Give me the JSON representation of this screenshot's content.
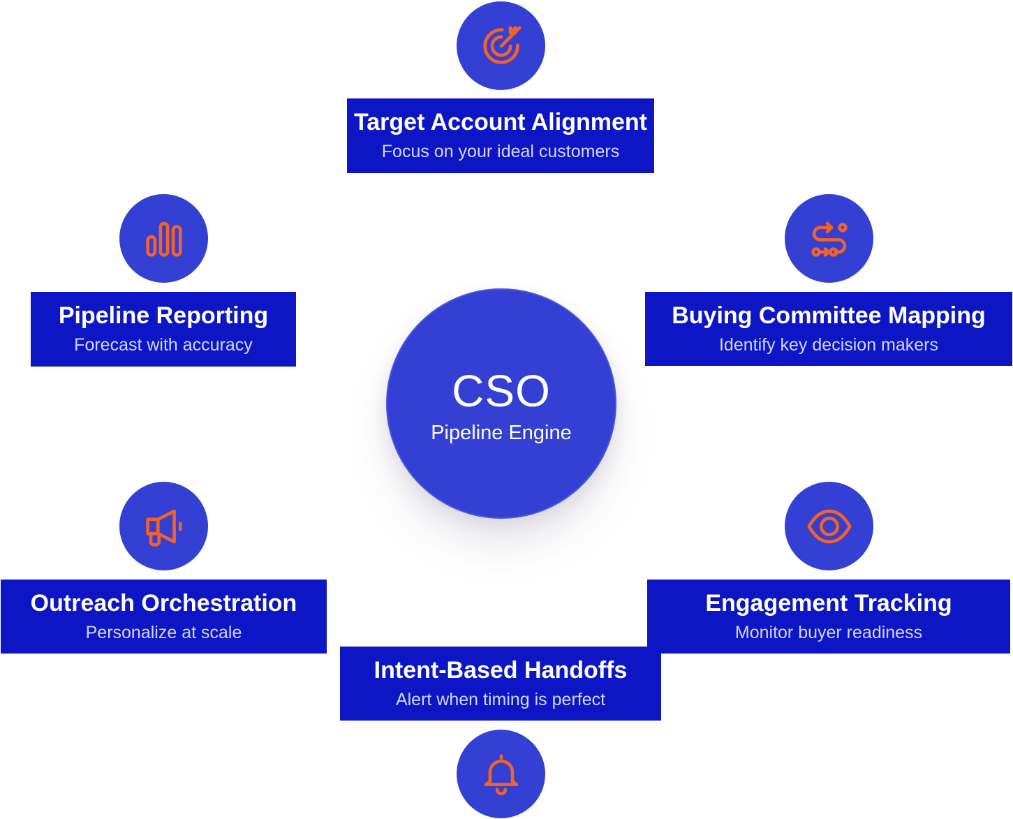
{
  "hub": {
    "title": "CSO",
    "subtitle": "Pipeline Engine"
  },
  "nodes": [
    {
      "id": "target",
      "icon": "target-icon",
      "title": "Target Account Alignment",
      "description": "Focus on your ideal customers"
    },
    {
      "id": "reporting",
      "icon": "bar-chart-icon",
      "title": "Pipeline Reporting",
      "description": "Forecast with accuracy"
    },
    {
      "id": "committee",
      "icon": "route-icon",
      "title": "Buying Committee Mapping",
      "description": "Identify key decision makers"
    },
    {
      "id": "outreach",
      "icon": "megaphone-icon",
      "title": "Outreach Orchestration",
      "description": "Personalize at scale"
    },
    {
      "id": "engagement",
      "icon": "eye-icon",
      "title": "Engagement Tracking",
      "description": "Monitor buyer readiness"
    },
    {
      "id": "handoffs",
      "icon": "bell-icon",
      "title": "Intent-Based Handoffs",
      "description": "Alert when timing is perfect"
    }
  ],
  "colors": {
    "circle": "#3440d3",
    "box": "#0d16c4",
    "icon_stroke": "#f4622a",
    "text": "#ffffff",
    "subtext": "#d3d6ff"
  }
}
